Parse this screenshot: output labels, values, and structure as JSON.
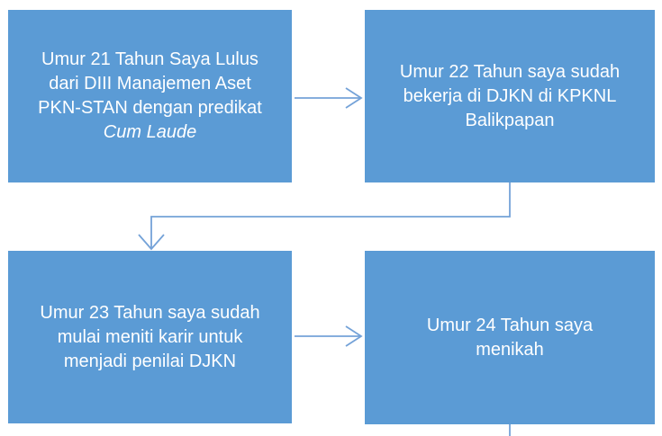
{
  "diagram": {
    "type": "flowchart",
    "background": "#ffffff",
    "colors": {
      "box_fill": "#5b9bd5",
      "box_text": "#ffffff",
      "connector": "#74a2d8"
    },
    "boxes": [
      {
        "id": "age-21",
        "lines": [
          "Umur 21 Tahun Saya Lulus",
          "dari DIII Manajemen Aset",
          "PKN-STAN dengan predikat"
        ],
        "italic_line": "Cum Laude"
      },
      {
        "id": "age-22",
        "lines": [
          "Umur 22 Tahun saya sudah",
          "bekerja di DJKN di KPKNL",
          "Balikpapan"
        ]
      },
      {
        "id": "age-23",
        "lines": [
          "Umur 23 Tahun saya sudah",
          "mulai meniti karir untuk",
          "menjadi penilai DJKN"
        ]
      },
      {
        "id": "age-24",
        "lines": [
          "Umur 24 Tahun saya",
          "menikah"
        ]
      }
    ],
    "connectors": [
      {
        "from": "age-21",
        "to": "age-22",
        "style": "straight-arrow"
      },
      {
        "from": "age-22",
        "to": "age-23",
        "style": "elbow-arrow"
      },
      {
        "from": "age-23",
        "to": "age-24",
        "style": "straight-arrow"
      },
      {
        "from": "age-24",
        "to": "offscreen-bottom",
        "style": "line"
      }
    ]
  }
}
